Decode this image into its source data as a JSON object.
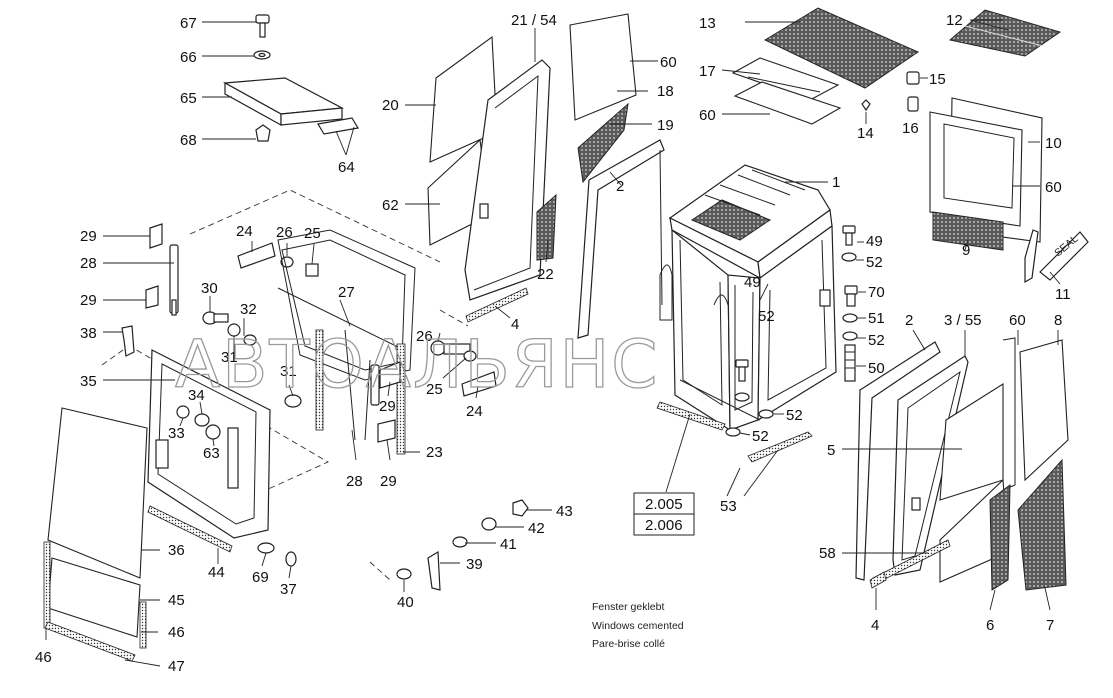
{
  "watermark": "АВТОАЛЬЯНС",
  "notes": [
    "Fenster geklebt",
    "Windows cemented",
    "Pare-brise collé"
  ],
  "reference_box": [
    "2.005",
    "2.006"
  ],
  "part_labels": {
    "p67": "67",
    "p66": "66",
    "p65": "65",
    "p68": "68",
    "p64": "64",
    "p20": "20",
    "p62": "62",
    "p21_54": "21 / 54",
    "p60a": "60",
    "p18": "18",
    "p19": "19",
    "p22": "22",
    "p2a": "2",
    "p4a": "4",
    "p13": "13",
    "p17": "17",
    "p60b": "60",
    "p14": "14",
    "p12": "12",
    "p15": "15",
    "p16": "16",
    "p10": "10",
    "p60c": "60",
    "p9": "9",
    "p11": "11",
    "p1": "1",
    "p49a": "49",
    "p52a": "52",
    "p70": "70",
    "p51": "51",
    "p52b": "52",
    "p50": "50",
    "p49b": "49",
    "p52c": "52",
    "p52d": "52",
    "p52e": "52",
    "p53": "53",
    "p29a": "29",
    "p28a": "28",
    "p29b": "29",
    "p38": "38",
    "p35": "35",
    "p24a": "24",
    "p26a": "26",
    "p25a": "25",
    "p30": "30",
    "p32": "32",
    "p27": "27",
    "p31a": "31",
    "p31b": "31",
    "p34": "34",
    "p33": "33",
    "p63": "63",
    "p26b": "26",
    "p25b": "25",
    "p24b": "24",
    "p29c": "29",
    "p28b": "28",
    "p29d": "29",
    "p23": "23",
    "p36": "36",
    "p44": "44",
    "p69": "69",
    "p37": "37",
    "p45": "45",
    "p46a": "46",
    "p46b": "46",
    "p47": "47",
    "p43": "43",
    "p42": "42",
    "p41": "41",
    "p39": "39",
    "p40": "40",
    "p2b": "2",
    "p3_55": "3 / 55",
    "p60d": "60",
    "p8": "8",
    "p5": "5",
    "p58": "58",
    "p4b": "4",
    "p6": "6",
    "p7": "7",
    "seal_text": "SEAL"
  }
}
